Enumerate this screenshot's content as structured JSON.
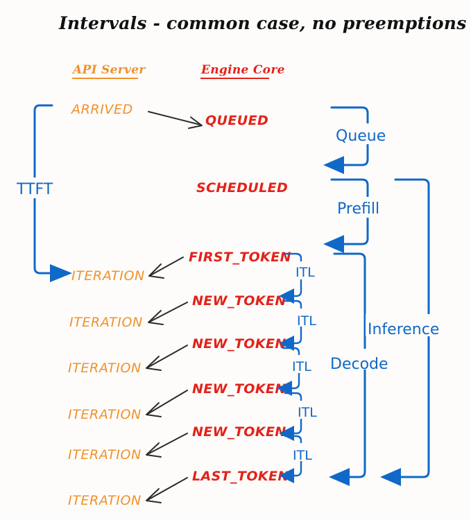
{
  "title": "Intervals - common case, no preemptions",
  "columns": {
    "api_server": {
      "label": "API Server",
      "color": "#F0912B"
    },
    "engine_core": {
      "label": "Engine Core",
      "color": "#E32219"
    }
  },
  "colors": {
    "orange": "#F0912B",
    "red": "#E32219",
    "blue": "#1068C8",
    "black": "#111111",
    "background": "#fdfcfa"
  },
  "chart_data": {
    "type": "diagram",
    "title": "Intervals - common case, no preemptions",
    "lanes": [
      "API Server",
      "Engine Core"
    ],
    "api_states": [
      "ARRIVED",
      "ITERATION",
      "ITERATION",
      "ITERATION",
      "ITERATION",
      "ITERATION",
      "ITERATION"
    ],
    "engine_states": [
      "QUEUED",
      "SCHEDULED",
      "FIRST_TOKEN",
      "NEW_TOKEN",
      "NEW_TOKEN",
      "NEW_TOKEN",
      "NEW_TOKEN",
      "LAST_TOKEN"
    ],
    "intervals": [
      "TTFT",
      "Queue",
      "Prefill",
      "ITL",
      "Decode",
      "Inference"
    ]
  },
  "states": {
    "arrived": "ARRIVED",
    "queued": "QUEUED",
    "scheduled": "SCHEDULED",
    "first_token": "FIRST_TOKEN",
    "new_token": "NEW_TOKEN",
    "last_token": "LAST_TOKEN",
    "iteration": "ITERATION"
  },
  "iterations": [
    {
      "api": "ITERATION",
      "engine": "FIRST_TOKEN"
    },
    {
      "api": "ITERATION",
      "engine": "NEW_TOKEN"
    },
    {
      "api": "ITERATION",
      "engine": "NEW_TOKEN"
    },
    {
      "api": "ITERATION",
      "engine": "NEW_TOKEN"
    },
    {
      "api": "ITERATION",
      "engine": "NEW_TOKEN"
    },
    {
      "api": "ITERATION",
      "engine": "LAST_TOKEN"
    }
  ],
  "intervals": {
    "ttft": "TTFT",
    "queue": "Queue",
    "prefill": "Prefill",
    "decode": "Decode",
    "inference": "Inference",
    "itl": "ITL",
    "itl_labels": [
      "ITL",
      "ITL",
      "ITL",
      "ITL",
      "ITL",
      "ITL"
    ]
  }
}
